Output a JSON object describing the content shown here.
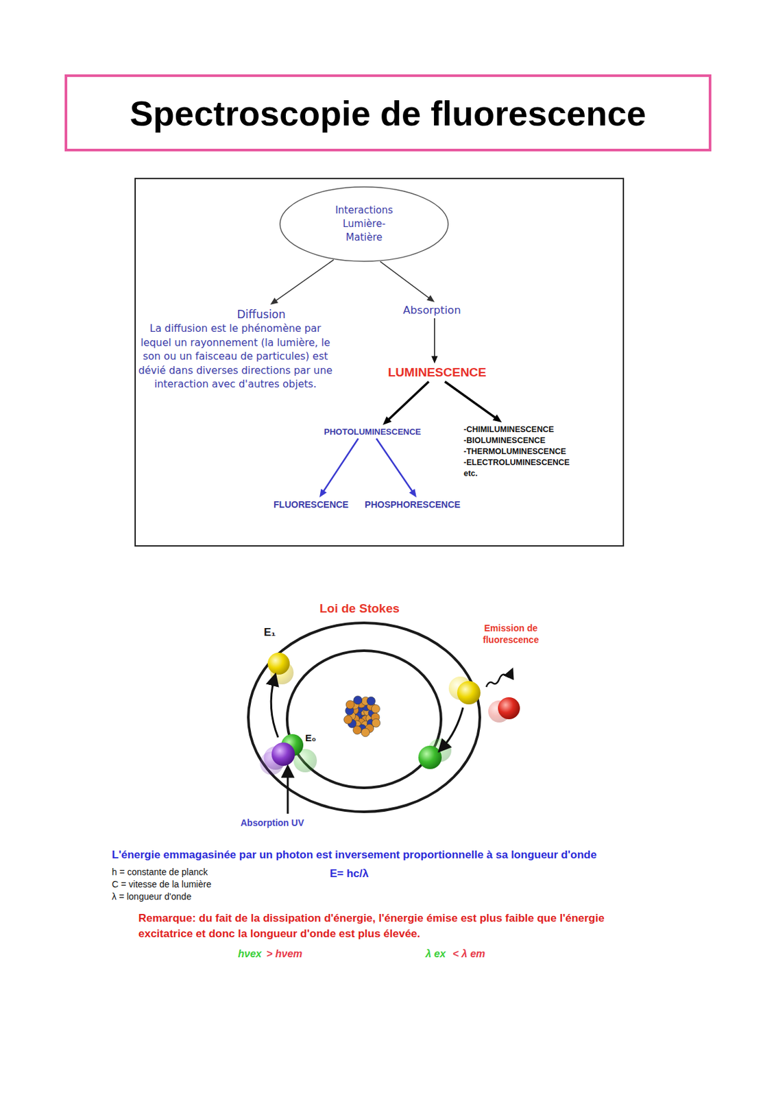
{
  "diagram": {
    "title": "Spectroscopie de fluorescence",
    "nodes": [
      {
        "text": [
          "Interactions Lumière- Matière"
        ]
      },
      {
        "text": [
          "Diffusion",
          "La diffusion est le phénomène par lequel un rayonnement (la lumière, le son ou un faisceau de particules) est dévié dans diverses directions par une interaction avec d'autres objets."
        ]
      },
      {
        "text": [
          "Absorption"
        ]
      },
      {
        "text": [
          "LUMINESCENCE"
        ]
      },
      {
        "text": [
          "PHOTOLUMINESCENCE"
        ]
      },
      {
        "text": [
          "-CHIMILUMINESCENCE",
          "-BIOLUMINESCENCE",
          "-THERMOLUMINESCENCE",
          "-ELECTROLUMINESCENCE",
          "etc."
        ]
      },
      {
        "text": [
          "FLUORESCENCE"
        ]
      },
      {
        "text": [
          "PHOSPHORESCENCE"
        ]
      }
    ],
    "edges": [
      {
        "from": 0,
        "to": 1,
        "arrow": "to"
      },
      {
        "from": 0,
        "to": 2,
        "arrow": "to"
      },
      {
        "from": 2,
        "to": 3,
        "arrow": "to"
      },
      {
        "from": 3,
        "to": 4,
        "arrow": "to"
      },
      {
        "from": 3,
        "to": 5,
        "arrow": "to"
      },
      {
        "from": 4,
        "to": 6,
        "arrow": "to"
      },
      {
        "from": 4,
        "to": 7,
        "arrow": "to"
      }
    ],
    "labels": [
      "Loi de Stokes",
      "E₁",
      "E₀",
      "Emission de fluorescence",
      "Absorption UV",
      "L'énergie emmagasinée par un photon est inversement proportionnelle à sa longueur d'onde",
      "h = constante de planck",
      "C = vitesse de la lumière",
      "λ = longueur d'onde",
      "E= hc/λ",
      "Remarque: du fait de la dissipation d'énergie, l'énergie émise est plus faible que l'énergie excitatrice et donc la longueur d'onde est plus élevée.",
      "hνex",
      "> hνem",
      "λ ex",
      "< λ em"
    ]
  }
}
